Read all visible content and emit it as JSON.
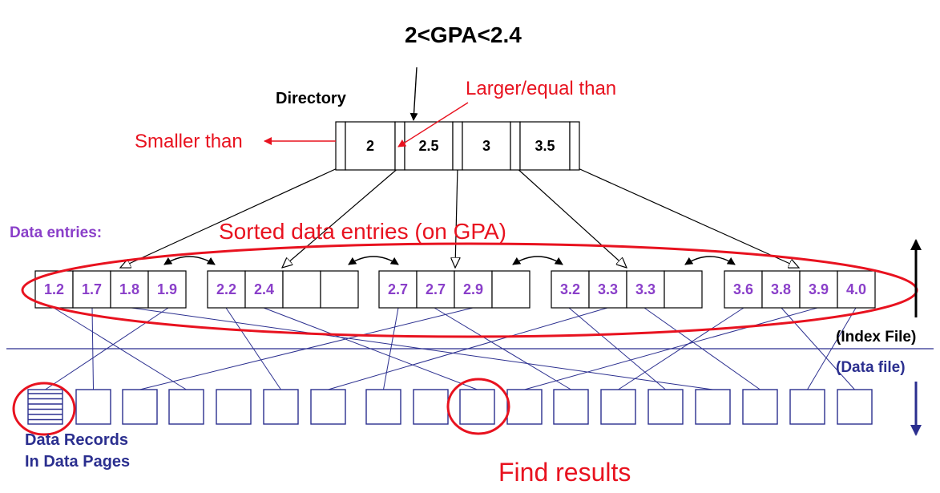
{
  "title": "2<GPA<2.4",
  "directory": {
    "label": "Directory",
    "keys": [
      "2",
      "2.5",
      "3",
      "3.5"
    ]
  },
  "annotations": {
    "larger_equal": "Larger/equal than",
    "smaller": "Smaller than",
    "sorted_entries": "Sorted data entries (on GPA)",
    "find_results": "Find results"
  },
  "data_entries": {
    "label": "Data entries:",
    "leaves": [
      [
        "1.2",
        "1.7",
        "1.8",
        "1.9"
      ],
      [
        "2.2",
        "2.4",
        "",
        ""
      ],
      [
        "2.7",
        "2.7",
        "2.9",
        ""
      ],
      [
        "3.2",
        "3.3",
        "3.3",
        ""
      ],
      [
        "3.6",
        "3.8",
        "3.9",
        "4.0"
      ]
    ]
  },
  "side_labels": {
    "index_file": "(Index File)",
    "data_file": "(Data file)"
  },
  "data_records": {
    "line1": "Data Records",
    "line2": "In Data Pages",
    "page_count": 18
  },
  "colors": {
    "annotation": "#e8121f",
    "entry_values": "#8a3fc9",
    "data_lines": "#2b2f8f"
  }
}
